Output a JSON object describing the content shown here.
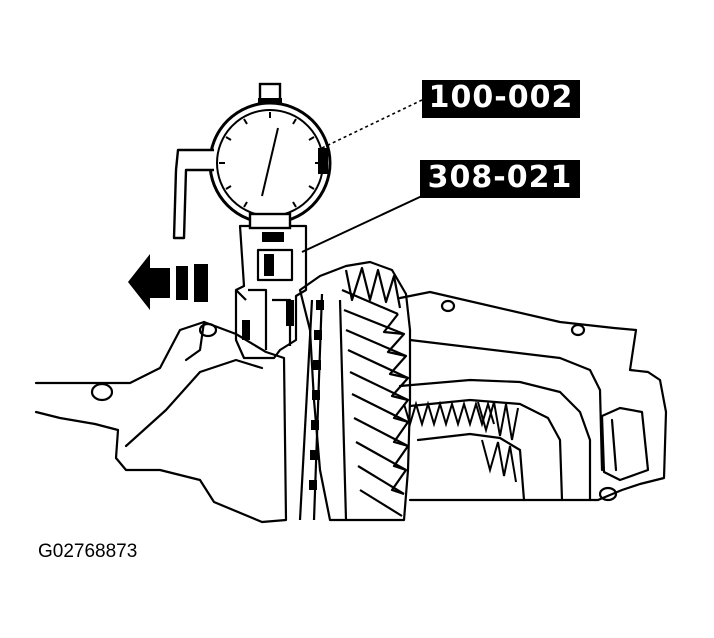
{
  "labels": {
    "dial_indicator": "100-002",
    "holding_fixture": "308-021"
  },
  "figure_id": "G02768873",
  "colors": {
    "ink": "#000000",
    "paper": "#ffffff"
  }
}
